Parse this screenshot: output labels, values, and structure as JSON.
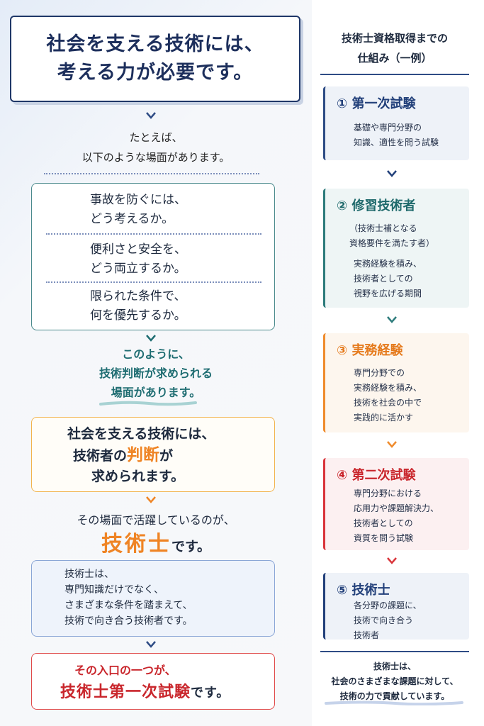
{
  "headline": {
    "line1": "社会を支える技術には、",
    "line2": "考える力が必要です。"
  },
  "intro": {
    "line1": "たとえば、",
    "line2": "以下のような場面があります。"
  },
  "scenarios": [
    {
      "line1": "事故を防ぐには、",
      "line2": "どう考えるか。"
    },
    {
      "line1": "便利さと安全を、",
      "line2": "どう両立するか。"
    },
    {
      "line1": "限られた条件で、",
      "line2": "何を優先するか。"
    }
  ],
  "transition": {
    "line1": "このように、",
    "line2": "技術判断が求められる",
    "line3": "場面があります。"
  },
  "judgment": {
    "line1": "社会を支える技術には、",
    "line2_pre": "技術者の",
    "line2_em": "判断",
    "line2_post": "が",
    "line3": "求められます。"
  },
  "active": {
    "line1": "その場面で活躍しているのが、",
    "big": "技術士",
    "tail": "です。"
  },
  "blue_box": {
    "line1": "技術士は、",
    "line2": "専門知識だけでなく、",
    "line3": "さまざまな条件を踏まえて、",
    "line4": "技術で向き合う技術者です。"
  },
  "red_box": {
    "line1": "その入口の一つが、",
    "big": "技術士第一次試験",
    "tail": "です。"
  },
  "right": {
    "title_line1": "技術士資格取得までの",
    "title_line2": "仕組み（一例）",
    "steps": [
      {
        "num": "①",
        "title": "第一次試験",
        "lines": [
          "基礎や専門分野の",
          "知識、適性を問う試験"
        ]
      },
      {
        "num": "②",
        "title": "修習技術者",
        "lines": [
          "（技術士補となる",
          "資格要件を満たす者）",
          "実務経験を積み、",
          "技術者としての",
          "視野を広げる期間"
        ]
      },
      {
        "num": "③",
        "title": "実務経験",
        "lines": [
          "専門分野での",
          "実務経験を積み、",
          "技術を社会の中で",
          "実践的に活かす"
        ]
      },
      {
        "num": "④",
        "title": "第二次試験",
        "lines": [
          "専門分野における",
          "応用力や課題解決力、",
          "技術者としての",
          "資質を問う試験"
        ]
      },
      {
        "num": "⑤",
        "title": "技術士",
        "lines": [
          "各分野の課題に、",
          "技術で向き合う",
          "技術者"
        ]
      }
    ],
    "footer_line1": "技術士は、",
    "footer_line2": "社会のさまざまな課題に対して、",
    "footer_line3": "技術の力で貢献しています。"
  },
  "colors": {
    "navy": "#1d2f5c",
    "teal": "#1f6d72",
    "orange": "#ef8424",
    "red": "#c9262c"
  }
}
